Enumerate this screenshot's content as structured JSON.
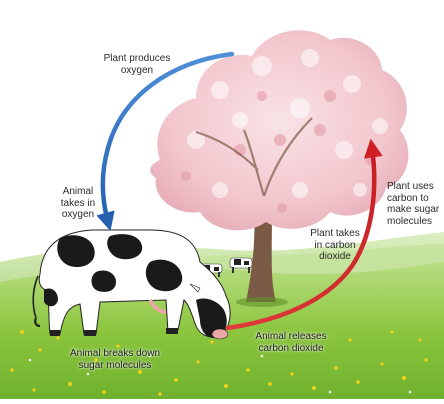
{
  "labels": {
    "plant_produces_oxygen": "Plant produces\noxygen",
    "animal_takes_in_oxygen": "Animal\ntakes in\noxygen",
    "plant_uses_carbon": "Plant uses\ncarbon to\nmake sugar\nmolecules",
    "plant_takes_in_carbon": "Plant takes\nin carbon\ndioxide",
    "animal_releases_co2": "Animal releases\ncarbon dioxide",
    "animal_breaks_down_sugar": "Animal breaks down\nsugar molecules"
  },
  "colors": {
    "oxygen_arrow": "#2f6fc0",
    "carbon_arrow": "#d12a2a",
    "sky": "#ffffff",
    "grass": "#8cc63f",
    "distant_hill": "#c9e3a6",
    "blossom": "#f2c8cf",
    "trunk": "#7a5a44"
  },
  "icons": [
    "cow-illustration",
    "tree-illustration",
    "distant-cows-illustration"
  ]
}
